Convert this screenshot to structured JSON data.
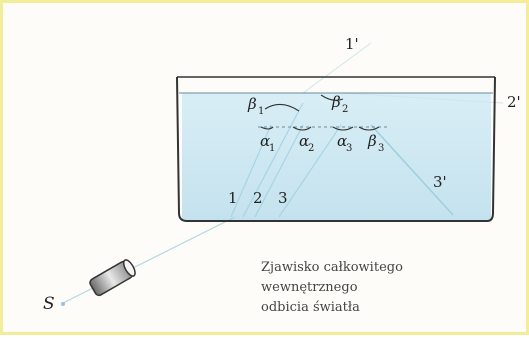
{
  "labels": {
    "ray_1_out": "1'",
    "ray_2_out": "2'",
    "ray_3_out": "3'",
    "ray_1": "1",
    "ray_2": "2",
    "ray_3": "3",
    "source": "S",
    "beta_1": "β",
    "beta_1_sub": "1",
    "beta_2": "β",
    "beta_2_sub": "2",
    "beta_3": "β",
    "beta_3_sub": "3",
    "alpha_1": "α",
    "alpha_1_sub": "1",
    "alpha_2": "α",
    "alpha_2_sub": "2",
    "alpha_3": "α",
    "alpha_3_sub": "3"
  },
  "caption": {
    "line1": "Zjawisko całkowitego",
    "line2": "wewnętrznego",
    "line3": "odbicia światła"
  },
  "colors": {
    "water": "#cfe7f1",
    "ray": "#8ec7db",
    "border": "#f3ec98",
    "vessel": "#333333"
  }
}
